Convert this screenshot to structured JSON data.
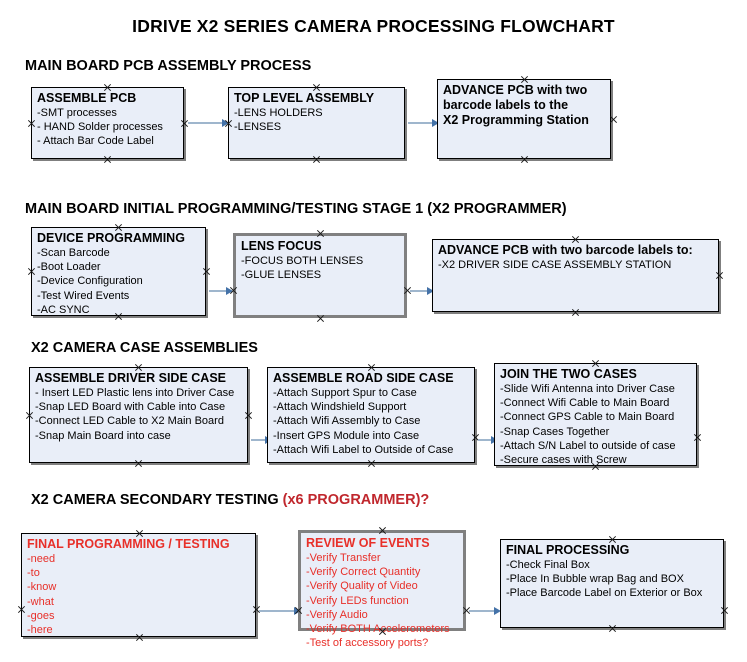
{
  "document": {
    "title": "IDRIVE X2  SERIES CAMERA PROCESSING FLOWCHART"
  },
  "sections": [
    {
      "id": "main-board-pcb-assembly",
      "heading": "MAIN BOARD PCB ASSEMBLY PROCESS",
      "heading_accent": ""
    },
    {
      "id": "main-board-initial-programming",
      "heading": "MAIN BOARD INITIAL PROGRAMMING/TESTING STAGE 1 (X2 PROGRAMMER)",
      "heading_accent": ""
    },
    {
      "id": "x2-camera-case-assemblies",
      "heading": "X2 CAMERA CASE ASSEMBLIES",
      "heading_accent": ""
    },
    {
      "id": "x2-camera-secondary-testing",
      "heading": "X2 CAMERA SECONDARY TESTING ",
      "heading_accent": "(x6 PROGRAMMER)?"
    }
  ],
  "boxes": [
    {
      "id": "assemble-pcb",
      "title": "ASSEMBLE PCB",
      "lines": [
        "-SMT processes",
        "- HAND Solder processes",
        "- Attach Bar Code Label"
      ],
      "style": "normal"
    },
    {
      "id": "top-level-assembly",
      "title": "TOP LEVEL ASSEMBLY",
      "lines": [
        "-LENS HOLDERS",
        "-LENSES"
      ],
      "style": "normal"
    },
    {
      "id": "advance-pcb-programming-station",
      "title_lines": [
        "ADVANCE PCB with two",
        "barcode labels to the",
        " X2 Programming Station"
      ],
      "lines": [],
      "style": "normal"
    },
    {
      "id": "device-programming",
      "title": "DEVICE PROGRAMMING",
      "lines": [
        "-Scan Barcode",
        "-Boot Loader",
        "-Device Configuration",
        "-Test Wired Events",
        "-AC SYNC"
      ],
      "style": "normal"
    },
    {
      "id": "lens-focus",
      "title": "LENS FOCUS",
      "lines": [
        "-FOCUS BOTH LENSES",
        "-GLUE LENSES"
      ],
      "style": "selected"
    },
    {
      "id": "advance-pcb-driver-side-case",
      "title": "ADVANCE PCB with two barcode labels to:",
      "lines": [
        "-X2 DRIVER  SIDE  CASE  ASSEMBLY STATION"
      ],
      "style": "normal"
    },
    {
      "id": "assemble-driver-side-case",
      "title": "ASSEMBLE DRIVER SIDE CASE",
      "lines": [
        "- Insert LED Plastic lens into Driver Case",
        "-Snap LED Board with Cable into Case",
        "-Connect LED Cable to X2 Main Board",
        "-Snap Main Board into case"
      ],
      "style": "normal"
    },
    {
      "id": "assemble-road-side-case",
      "title": "ASSEMBLE ROAD SIDE CASE",
      "lines": [
        "-Attach Support Spur to Case",
        "-Attach Windshield Support",
        "-Attach Wifi Assembly to Case",
        "-Insert GPS Module into Case",
        "-Attach Wifi Label to Outside of Case"
      ],
      "style": "normal"
    },
    {
      "id": "join-the-two-cases",
      "title": "JOIN THE TWO CASES",
      "lines": [
        "-Slide Wifi Antenna into Driver Case",
        "-Connect Wifi Cable to Main Board",
        "-Connect GPS Cable to Main Board",
        "-Snap Cases Together",
        "-Attach S/N Label to outside of case",
        "-Secure cases with Screw"
      ],
      "style": "normal"
    },
    {
      "id": "final-programming-testing",
      "title": "FINAL PROGRAMMING / TESTING",
      "lines": [
        "-need",
        "-to",
        "-know",
        "-what",
        "-goes",
        "-here"
      ],
      "style": "red"
    },
    {
      "id": "review-of-events",
      "title": "REVIEW OF EVENTS",
      "lines": [
        "-Verify Transfer",
        "-Verify Correct Quantity",
        "-Verify Quality of Video",
        "-Verify LEDs function",
        "-Verify Audio",
        "-Verify BOTH Accelerometers",
        "-Test of accessory ports?"
      ],
      "style": "red selected"
    },
    {
      "id": "final-processing",
      "title": "FINAL PROCESSING",
      "lines": [
        " -Check Final Box",
        "-Place In Bubble wrap Bag and BOX",
        "-Place Barcode Label on Exterior or Box"
      ],
      "style": "normal"
    }
  ],
  "colors": {
    "box_fill": "#e9eef8",
    "box_border": "#000000",
    "box_shadow": "#7f7f7f",
    "selected_border": "#808080",
    "accent_red": "#c0272d",
    "text_red": "#e8302a",
    "connector_line": "#9fb6cd",
    "connector_head": "#4472a8"
  }
}
